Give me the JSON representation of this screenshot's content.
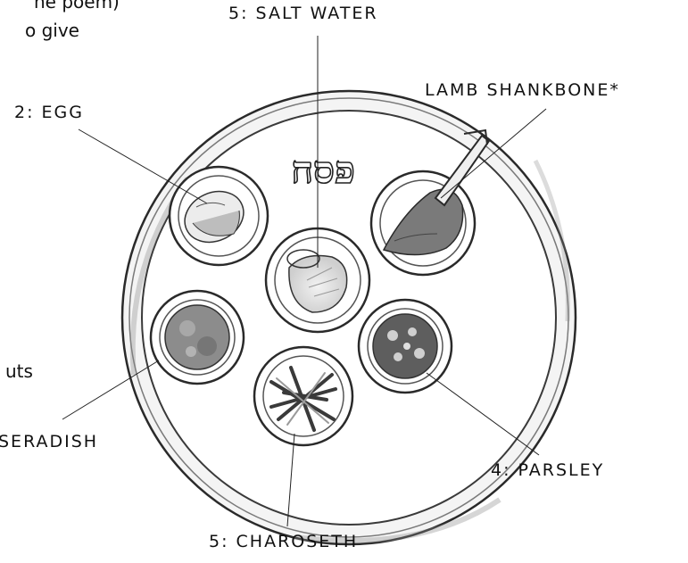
{
  "text_fragments": [
    "he poem)",
    "o give",
    "uts"
  ],
  "labels": {
    "salt_water": "5: SALT WATER",
    "egg": "2: EGG",
    "lamb_shankbone": "LAMB SHANKBONE*",
    "parsley": "4: PARSLEY",
    "charoseth": "5: CHAROSETH",
    "horseradish": "SERADISH"
  },
  "plate_title": "פסח",
  "colors": {
    "ink": "#1a1a1a",
    "wash": "#9a9a9a",
    "lamb_wash": "#6e6e6e"
  }
}
